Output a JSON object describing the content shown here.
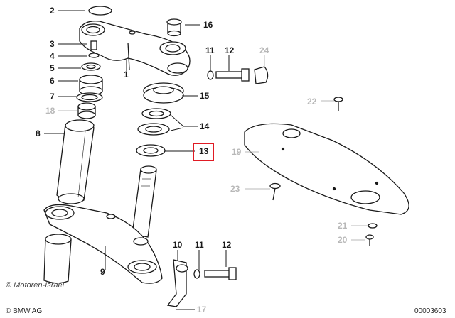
{
  "labels": {
    "n1": "1",
    "n2": "2",
    "n3": "3",
    "n4": "4",
    "n5": "5",
    "n6": "6",
    "n7": "7",
    "n8": "8",
    "n9": "9",
    "n10": "10",
    "n11a": "11",
    "n11b": "11",
    "n12a": "12",
    "n12b": "12",
    "n13": "13",
    "n14": "14",
    "n15": "15",
    "n16": "16",
    "n17": "17",
    "n18": "18",
    "n19": "19",
    "n20": "20",
    "n21": "21",
    "n22": "22",
    "n23": "23",
    "n24": "24"
  },
  "footer": {
    "watermark": "© Motoren-Israel",
    "copyright": "© BMW AG",
    "diagram_number": "00003603"
  },
  "colors": {
    "line": "#1a1a1a",
    "grey": "#b8b8b8",
    "highlight": "#e01b24"
  }
}
